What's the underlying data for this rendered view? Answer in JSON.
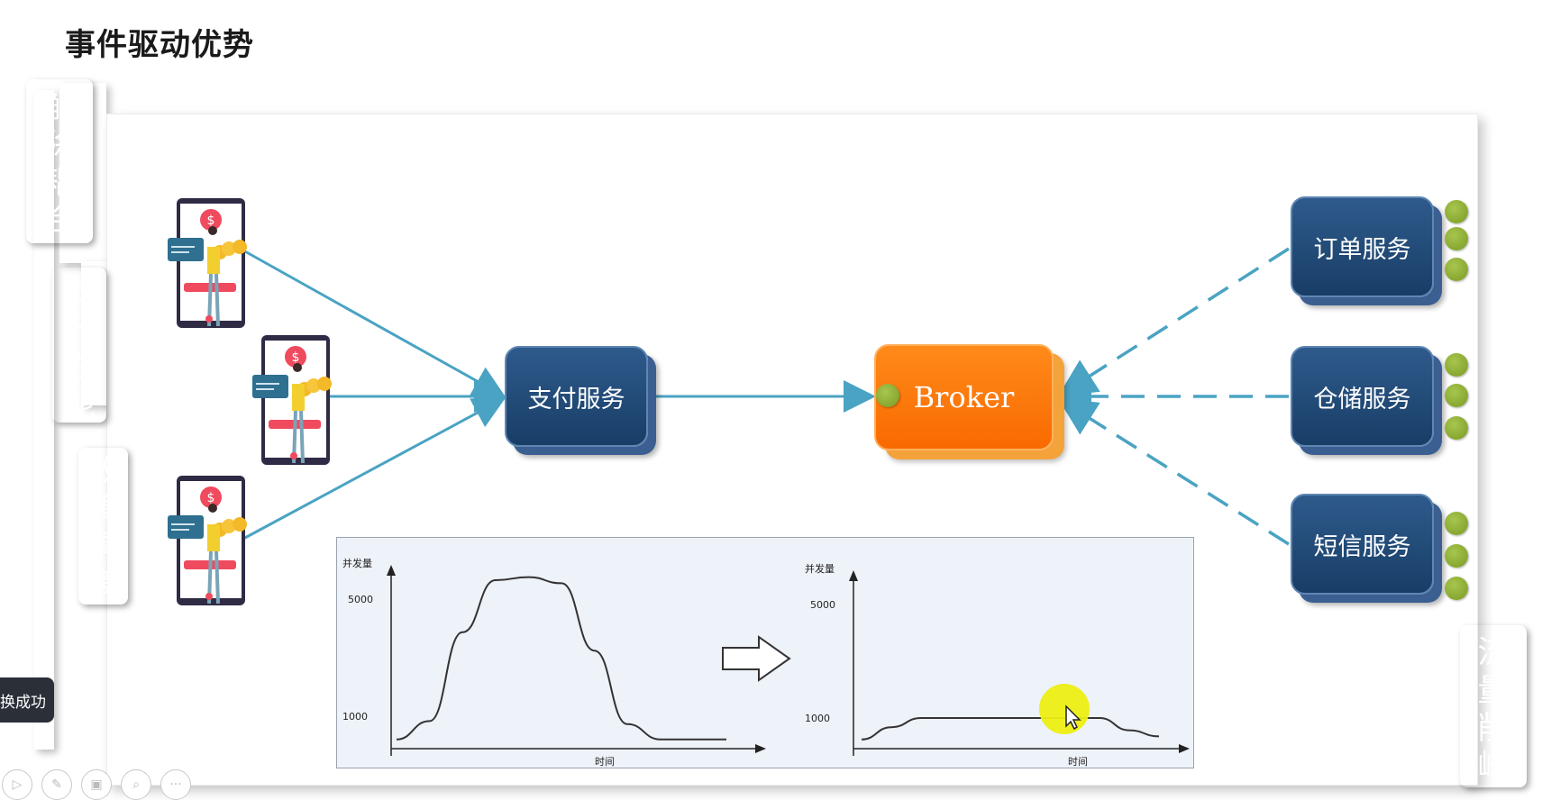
{
  "title": "事件驱动优势",
  "tags": {
    "decouple": "解\n除\n耦\n合",
    "performance": "提\n升\n性\n能",
    "isolation": "故\n障\n隔\n离",
    "peak_shaving": "流\n量\n削\n峰"
  },
  "colors": {
    "decouple": "#e0119e",
    "performance": "#e86a14",
    "isolation": "#1db34b",
    "peak_shaving": "#08b4ea",
    "service": "#1d4470",
    "broker": "#ff7a00",
    "line": "#4aa3c3"
  },
  "payment_service": "支付服务",
  "broker": "Broker",
  "services": [
    "订单服务",
    "仓储服务",
    "短信服务"
  ],
  "phone_icon_symbol": "$",
  "toast_text": "换成功",
  "charts": {
    "ylabel": "并发量",
    "xlabel": "时间",
    "before": {
      "y_ticks": [
        "5000",
        "1000"
      ]
    },
    "after": {
      "y_ticks": [
        "5000",
        "1000"
      ]
    }
  },
  "chart_data": [
    {
      "type": "line",
      "title": "",
      "xlabel": "时间",
      "ylabel": "并发量",
      "y_ticks": [
        1000,
        5000
      ],
      "x": [
        0,
        1,
        2,
        3,
        4,
        5,
        6,
        7,
        8,
        9,
        10
      ],
      "values": [
        300,
        900,
        3800,
        5500,
        5600,
        5400,
        3200,
        800,
        300,
        300,
        300
      ]
    },
    {
      "type": "line",
      "title": "",
      "xlabel": "时间",
      "ylabel": "并发量",
      "y_ticks": [
        1000,
        5000
      ],
      "x": [
        0,
        1,
        2,
        3,
        4,
        5,
        6,
        7,
        8,
        9,
        10
      ],
      "values": [
        300,
        700,
        1000,
        1000,
        1000,
        1000,
        1000,
        1000,
        1000,
        600,
        400
      ]
    }
  ],
  "toolbar_icons": [
    "play-icon",
    "pen-icon",
    "save-icon",
    "zoom-icon",
    "more-icon"
  ]
}
